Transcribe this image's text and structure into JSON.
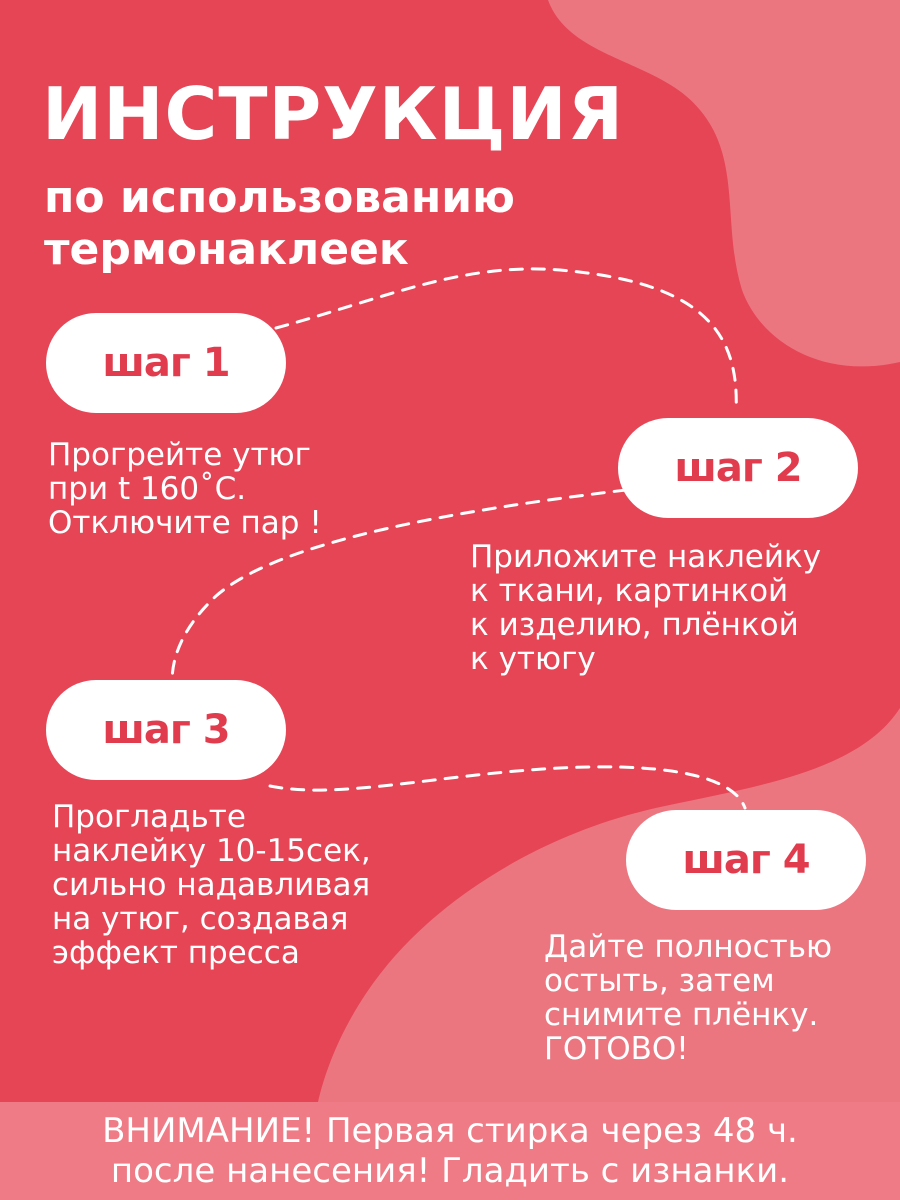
{
  "colors": {
    "background": "#e64556",
    "blob": "#ec7680",
    "pill": "#ffffff",
    "pill_text": "#e03c4e",
    "warning_bar": "#ee7b85"
  },
  "title": "ИНСТРУКЦИЯ",
  "subtitle": [
    "по использованию",
    "термонаклеек"
  ],
  "steps": [
    {
      "label": "шаг 1",
      "lines": [
        "Прогрейте утюг",
        "при t 160˚С.",
        "Отключите пар !"
      ]
    },
    {
      "label": "шаг 2",
      "lines": [
        "Приложите наклейку",
        "к ткани, картинкой",
        "к изделию, плёнкой",
        "к утюгу"
      ]
    },
    {
      "label": "шаг 3",
      "lines": [
        "Прогладьте",
        "наклейку 10-15сек,",
        "сильно надавливая",
        "на утюг, создавая",
        "эффект пресса"
      ]
    },
    {
      "label": "шаг 4",
      "lines": [
        "Дайте полностью",
        "остыть, затем",
        "снимите плёнку.",
        "ГОТОВО!"
      ]
    }
  ],
  "warning": [
    "ВНИМАНИЕ! Первая стирка через 48 ч.",
    "после нанесения! Гладить с изнанки."
  ]
}
